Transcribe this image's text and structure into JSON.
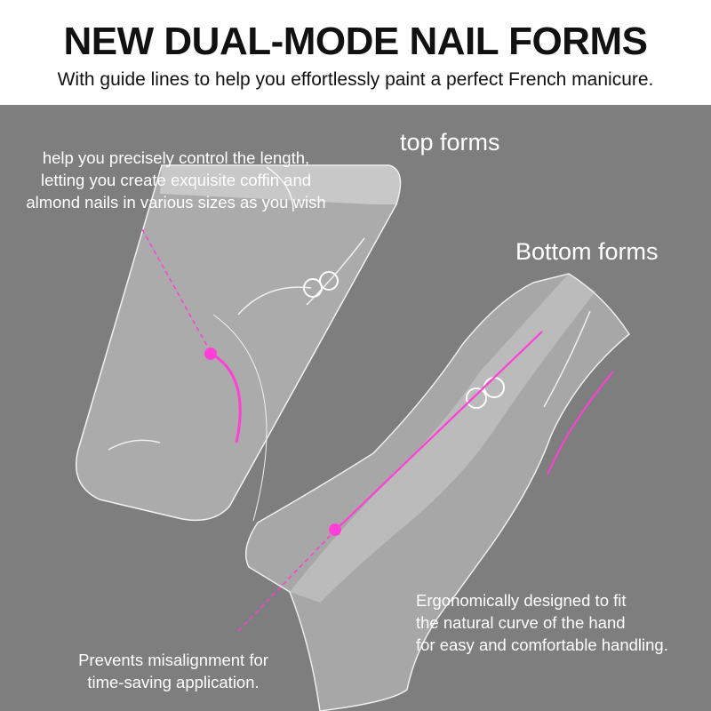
{
  "header": {
    "title": "NEW DUAL-MODE NAIL FORMS",
    "subtitle": "With guide lines to help you effortlessly paint a perfect French manicure."
  },
  "labels": {
    "top_forms": "top forms",
    "bottom_forms": "Bottom forms"
  },
  "callouts": {
    "length_control": [
      "help you precisely control the length,",
      "letting you create exquisite coffin and",
      "almond nails in various sizes as you wish"
    ],
    "ergonomic": [
      "Ergonomically designed to fit",
      "the natural curve of the hand",
      "for easy and comfortable handling."
    ],
    "alignment": [
      "Prevents misalignment for",
      "time-saving application."
    ]
  },
  "colors": {
    "panel_background": "#7e7e7e",
    "accent_magenta": "#ff3fd6",
    "text_on_panel": "#ffffff"
  }
}
